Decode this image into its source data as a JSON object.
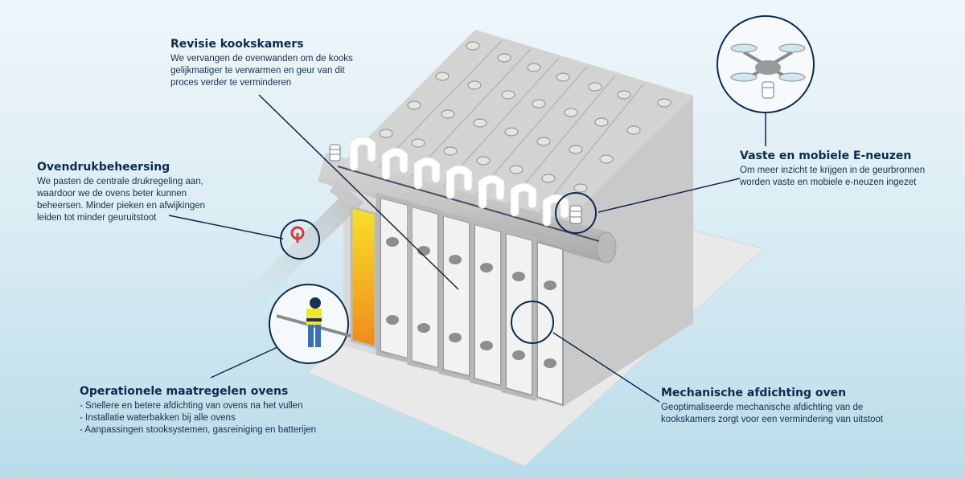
{
  "callouts": {
    "revisie": {
      "title": "Revisie kookskamers",
      "lines": [
        "We vervangen de ovenwanden om de kooks",
        "gelijkmatiger te verwarmen en geur van dit",
        "proces verder te verminderen"
      ]
    },
    "ovendruk": {
      "title": "Ovendrukbeheersing",
      "lines": [
        "We pasten de centrale drukregeling aan,",
        "waardoor we de ovens beter kunnen",
        "beheersen. Minder pieken en afwijkingen",
        "leiden tot minder geuruitstoot"
      ]
    },
    "eneuzen": {
      "title": "Vaste en mobiele E-neuzen",
      "lines": [
        "Om meer inzicht te krijgen in de geurbronnen",
        "worden vaste en mobiele e-neuzen ingezet"
      ]
    },
    "operationeel": {
      "title": "Operationele maatregelen ovens",
      "items": [
        "Snellere en betere afdichting van ovens na het vullen",
        "Installatie waterbakken bij alle ovens",
        "Aanpassingen stooksystemen, gasreiniging en batterijen"
      ]
    },
    "mechanisch": {
      "title": "Mechanische afdichting oven",
      "lines": [
        "Geoptimaliseerde mechanische afdichting van de",
        "kookskamers zorgt voor een vermindering van uitstoot"
      ]
    }
  },
  "colors": {
    "navy": "#0e2a4d",
    "wall_light": "#dcdcdc",
    "wall_mid": "#c8c8c8",
    "wall_dark": "#b3b3b3",
    "hot_top": "#f7e12a",
    "hot_bottom": "#f08a1c",
    "valve": "#d63a3a",
    "worker_vest": "#f2e32b",
    "worker_pants": "#3c6fb5"
  },
  "icons": [
    "drone-icon",
    "e-nose-sensor-icon",
    "valve-icon",
    "worker-icon"
  ]
}
